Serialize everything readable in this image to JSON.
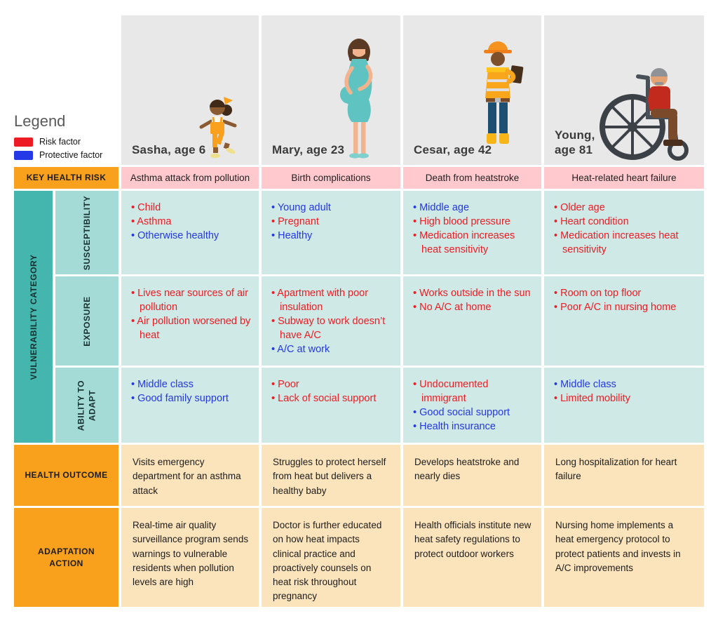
{
  "legend": {
    "title": "Legend",
    "items": [
      {
        "label": "Risk factor",
        "color": "#ED1C24",
        "type": "risk"
      },
      {
        "label": "Protective factor",
        "color": "#2438E8",
        "type": "protective"
      }
    ]
  },
  "personas": [
    {
      "name": "Sasha, age 6",
      "illustration": "child-girl"
    },
    {
      "name": "Mary, age 23",
      "illustration": "pregnant-woman"
    },
    {
      "name": "Cesar, age 42",
      "illustration": "construction-worker"
    },
    {
      "name": "Young, age 81",
      "illustration": "elderly-man-wheelchair"
    }
  ],
  "row_labels": {
    "key_health_risk": "KEY HEALTH RISK",
    "vulnerability_category": "VULNERABILITY CATEGORY",
    "susceptibility": "SUSCEPTIBILITY",
    "exposure": "EXPOSURE",
    "ability_to_adapt": "ABILITY TO ADAPT",
    "health_outcome": "HEALTH OUTCOME",
    "adaptation_action": "ADAPTATION ACTION"
  },
  "key_health_risk": [
    "Asthma attack from pollution",
    "Birth complications",
    "Death from heatstroke",
    "Heat-related heart failure"
  ],
  "susceptibility": [
    [
      {
        "text": "Child",
        "type": "risk"
      },
      {
        "text": "Asthma",
        "type": "risk"
      },
      {
        "text": "Otherwise healthy",
        "type": "protective"
      }
    ],
    [
      {
        "text": "Young adult",
        "type": "protective"
      },
      {
        "text": "Pregnant",
        "type": "risk"
      },
      {
        "text": "Healthy",
        "type": "protective"
      }
    ],
    [
      {
        "text": "Middle age",
        "type": "protective"
      },
      {
        "text": "High blood pressure",
        "type": "risk"
      },
      {
        "text": "Medication increases heat sensitivity",
        "type": "risk"
      }
    ],
    [
      {
        "text": "Older age",
        "type": "risk"
      },
      {
        "text": "Heart condition",
        "type": "risk"
      },
      {
        "text": "Medication increases heat sensitivity",
        "type": "risk"
      }
    ]
  ],
  "exposure": [
    [
      {
        "text": "Lives near sources of air pollution",
        "type": "risk"
      },
      {
        "text": "Air pollution worsened by heat",
        "type": "risk"
      }
    ],
    [
      {
        "text": "Apartment with poor insulation",
        "type": "risk"
      },
      {
        "text": "Subway to work doesn’t have A/C",
        "type": "risk"
      },
      {
        "text": "A/C at work",
        "type": "protective"
      }
    ],
    [
      {
        "text": "Works outside in the sun",
        "type": "risk"
      },
      {
        "text": "No A/C at home",
        "type": "risk"
      }
    ],
    [
      {
        "text": "Room on top floor",
        "type": "risk"
      },
      {
        "text": "Poor A/C in nursing home",
        "type": "risk"
      }
    ]
  ],
  "ability_to_adapt": [
    [
      {
        "text": "Middle class",
        "type": "protective"
      },
      {
        "text": "Good family support",
        "type": "protective"
      }
    ],
    [
      {
        "text": "Poor",
        "type": "risk"
      },
      {
        "text": "Lack of social support",
        "type": "risk"
      }
    ],
    [
      {
        "text": "Undocumented immigrant",
        "type": "risk"
      },
      {
        "text": "Good social support",
        "type": "protective"
      },
      {
        "text": "Health insurance",
        "type": "protective"
      }
    ],
    [
      {
        "text": "Middle class",
        "type": "protective"
      },
      {
        "text": "Limited mobility",
        "type": "risk"
      }
    ]
  ],
  "health_outcome": [
    "Visits emergency department for an asthma attack",
    "Struggles to protect herself from heat but delivers a healthy baby",
    "Develops heatstroke and nearly dies",
    "Long hospitalization for heart failure"
  ],
  "adaptation_action": [
    "Real-time air quality surveillance program sends warnings to vulnerable residents when pollution levels are high",
    "Doctor is further educated on how heat impacts clinical practice and proactively counsels on heat risk throughout pregnancy",
    "Health officials institute new heat safety regulations to protect outdoor workers",
    "Nursing home implements a heat emergency protocol to protect patients and invests in A/C improvements"
  ],
  "colors": {
    "risk_red": "#EE1C24",
    "protective_blue": "#2438E8",
    "label_orange": "#F9A11C",
    "risk_row_pink": "#FFC9CE",
    "teal_dark": "#45B6AE",
    "teal_light": "#A5DBD7",
    "cell_mint": "#CFE9E6",
    "cell_cream": "#FBE4BC",
    "header_gray": "#E9E8E8"
  }
}
